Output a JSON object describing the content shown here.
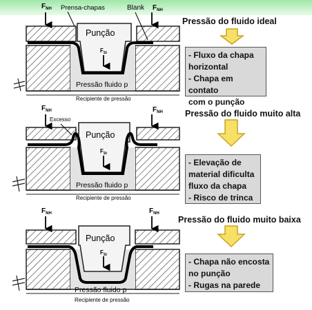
{
  "labels": {
    "force_nh": "F",
    "force_nh_sub": "NH",
    "force_st": "F",
    "force_st_sub": "St",
    "blank_holder": "Prensa-chapas",
    "blank": "Blank",
    "punch": "Punção",
    "fluid_pressure": "Pressão fluido p",
    "pressure_vessel": "Recipiente de pressão",
    "excess": "Excesso"
  },
  "cases": [
    {
      "heading": "Pressão do fluido ideal",
      "notes": [
        "- Fluxo da chapa",
        "horizontal",
        "- Chapa em contato",
        "com o punção"
      ]
    },
    {
      "heading": "Pressão do fluido muito alta",
      "notes": [
        "- Elevação de",
        "material dificulta",
        "fluxo da chapa",
        "- Risco de trinca"
      ]
    },
    {
      "heading": "Pressão do fluido muito baixa",
      "notes": [
        "- Chapa não encosta",
        "no punção",
        "- Rugas na parede"
      ]
    }
  ],
  "colors": {
    "arrow_fill": "#f7e067",
    "arrow_stroke": "#c9a41c",
    "note_bg": "#d9d9d9",
    "top_bar": "#9fe7a8"
  }
}
